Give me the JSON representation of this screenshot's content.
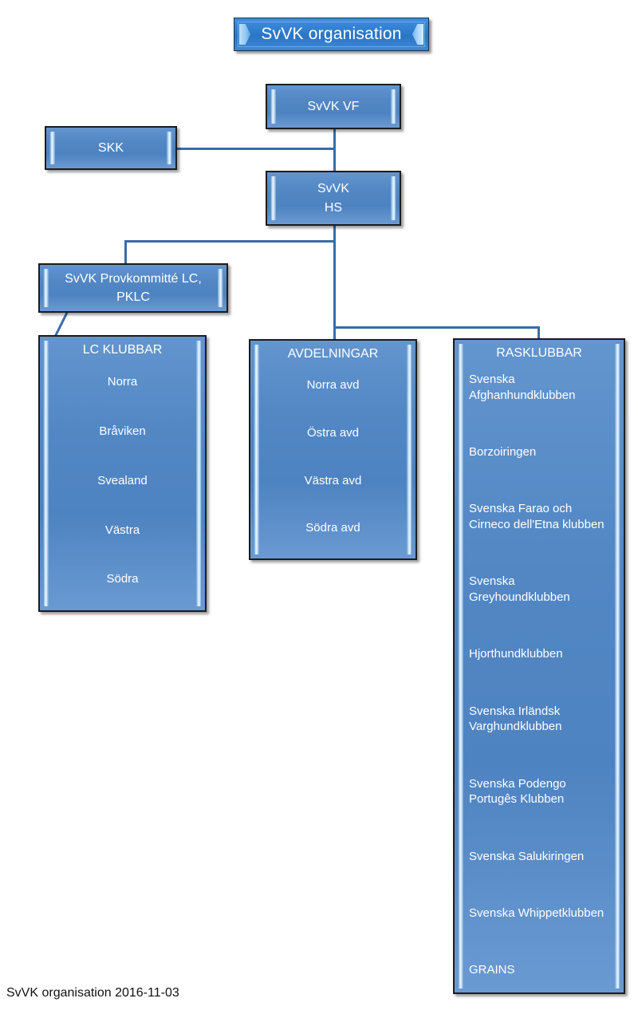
{
  "document": {
    "title": "SvVK organisation",
    "footer": "SvVK organisation 2016-11-03"
  },
  "colors": {
    "node_fill": "#5287C4",
    "node_border": "#1C1C1C",
    "banner_fill": "#2F7ACB",
    "connector": "#3A6CA8",
    "text": "#FFFFFF",
    "footer_text": "#111111",
    "background": "#FFFFFF"
  },
  "banner": {
    "label": "SvVK organisation"
  },
  "nodes": {
    "svvk_vf": {
      "label": "SvVK VF"
    },
    "skk": {
      "label": "SKK"
    },
    "svvk_hs": {
      "line1": "SvVK",
      "line2": "HS"
    },
    "pklc": {
      "line1": "SvVK Provkommitté LC,",
      "line2": "PKLC"
    }
  },
  "groups": {
    "lc_klubbar": {
      "title": "LC KLUBBAR",
      "items": [
        "Norra",
        "Bråviken",
        "Svealand",
        "Västra",
        "Södra"
      ]
    },
    "avdelningar": {
      "title": "AVDELNINGAR",
      "items": [
        "Norra avd",
        "Östra avd",
        "Västra avd",
        "Södra avd"
      ]
    },
    "rasklubbar": {
      "title": "RASKLUBBAR",
      "items": [
        "Svenska Afghanhundklubben",
        "Borzoiringen",
        "Svenska Farao och Cirneco dell'Etna klubben",
        "Svenska Greyhoundklubben",
        "Hjorthundklubben",
        "Svenska Irländsk Varghundklubben",
        "Svenska Podengo Portugês Klubben",
        "Svenska Salukiringen",
        "Svenska Whippetklubben",
        "GRAINS"
      ]
    }
  },
  "chart_data": {
    "type": "diagram",
    "title": "SvVK organisation",
    "diagram_kind": "organizational-chart",
    "nodes": [
      {
        "id": "banner",
        "label": "SvVK organisation",
        "level": 0
      },
      {
        "id": "svvk_vf",
        "label": "SvVK VF",
        "level": 1
      },
      {
        "id": "skk",
        "label": "SKK",
        "level": 1
      },
      {
        "id": "svvk_hs",
        "label": "SvVK HS",
        "level": 2
      },
      {
        "id": "pklc",
        "label": "SvVK Provkommitté LC, PKLC",
        "level": 3
      },
      {
        "id": "lc_klubbar",
        "label": "LC KLUBBAR",
        "level": 4
      },
      {
        "id": "avdelningar",
        "label": "AVDELNINGAR",
        "level": 4
      },
      {
        "id": "rasklubbar",
        "label": "RASKLUBBAR",
        "level": 4
      }
    ],
    "edges": [
      {
        "from": "svvk_vf",
        "to": "svvk_hs"
      },
      {
        "from": "skk",
        "to": "svvk_vf"
      },
      {
        "from": "svvk_hs",
        "to": "pklc"
      },
      {
        "from": "svvk_hs",
        "to": "avdelningar"
      },
      {
        "from": "svvk_hs",
        "to": "rasklubbar"
      },
      {
        "from": "pklc",
        "to": "lc_klubbar"
      }
    ]
  }
}
